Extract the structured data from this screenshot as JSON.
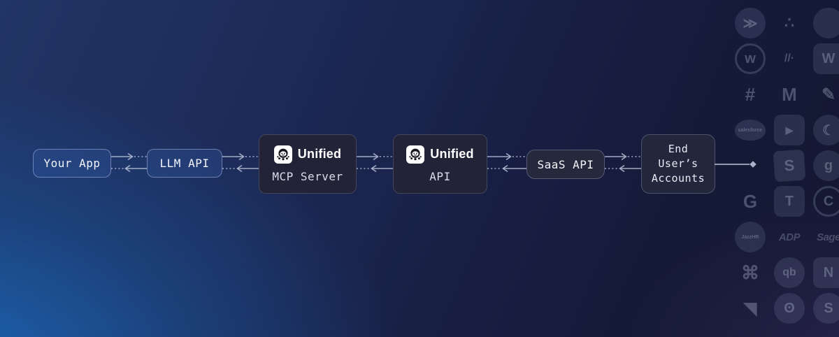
{
  "diagram": {
    "nodes": {
      "your_app": {
        "label": "Your App"
      },
      "llm_api": {
        "label": "LLM API"
      },
      "unified_mcp": {
        "brand": "Unified",
        "label": "MCP Server"
      },
      "unified_api": {
        "brand": "Unified",
        "label": "API"
      },
      "saas_api": {
        "label": "SaaS API"
      },
      "end_user": {
        "lines": [
          "End",
          "User’s",
          "Accounts"
        ]
      }
    },
    "connectors": {
      "style": "request-response",
      "direction_top": "left-to-right",
      "direction_bottom": "right-to-left"
    },
    "terminus": {
      "shape": "diamond"
    }
  },
  "logo_grid": {
    "cells": [
      {
        "name": "activecampaign",
        "glyph": "≫"
      },
      {
        "name": "asana",
        "glyph": "∴"
      },
      {
        "name": "unknown-circle",
        "glyph": ""
      },
      {
        "name": "workday",
        "glyph": "w"
      },
      {
        "name": "monday",
        "glyph": "//·"
      },
      {
        "name": "workable",
        "glyph": "W"
      },
      {
        "name": "slack",
        "glyph": "#"
      },
      {
        "name": "gmail",
        "glyph": "M"
      },
      {
        "name": "pencil-app",
        "glyph": "✎"
      },
      {
        "name": "salesforce",
        "glyph": "salesforce"
      },
      {
        "name": "zoom",
        "glyph": "▶"
      },
      {
        "name": "crescent-app",
        "glyph": "☾"
      },
      {
        "name": "empty",
        "glyph": ""
      },
      {
        "name": "shopify",
        "glyph": "S"
      },
      {
        "name": "greenhouse",
        "glyph": "g"
      },
      {
        "name": "google",
        "glyph": "G"
      },
      {
        "name": "microsoft-teams",
        "glyph": "T"
      },
      {
        "name": "calendly",
        "glyph": "C"
      },
      {
        "name": "jazzhr",
        "glyph": "JazzHR"
      },
      {
        "name": "adp",
        "glyph": "ADP"
      },
      {
        "name": "sage",
        "glyph": "Sage"
      },
      {
        "name": "knot-app",
        "glyph": "⌘"
      },
      {
        "name": "quickbooks",
        "glyph": "qb"
      },
      {
        "name": "notion",
        "glyph": "N"
      },
      {
        "name": "dynamics365",
        "glyph": "◥"
      },
      {
        "name": "mailchimp",
        "glyph": "ʘ"
      },
      {
        "name": "skype",
        "glyph": "S"
      }
    ]
  },
  "colors": {
    "background_bright_blue": "#1b68b9",
    "background_dark_navy": "#131730",
    "unified_box_bg": "#232338",
    "blue_box_border": "#a5b5df",
    "arrow": "#bac2d8",
    "text": "#f2f4fa"
  }
}
